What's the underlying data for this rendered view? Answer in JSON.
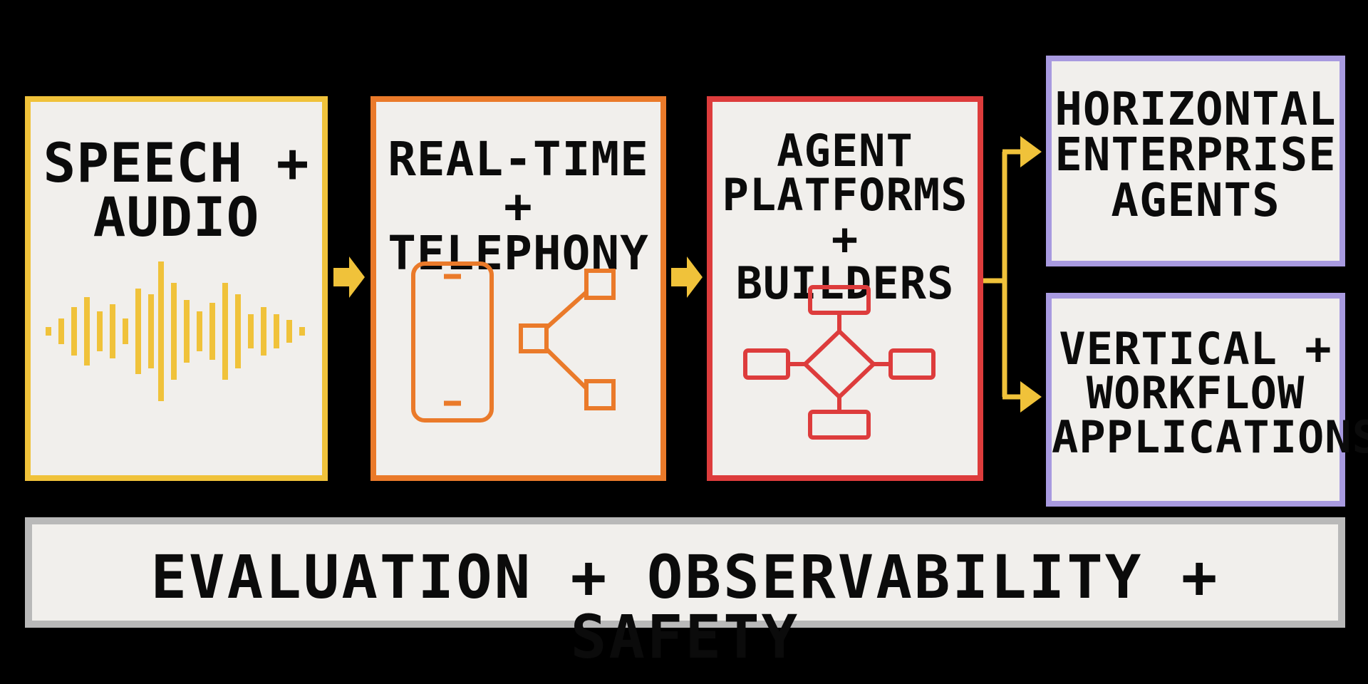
{
  "boxes": {
    "speech": {
      "title": "SPEECH +\nAUDIO",
      "icon": "audio-waveform-icon",
      "color": "#f0c23a"
    },
    "realtime": {
      "title": "REAL-TIME +\nTELEPHONY",
      "icon": "phone-network-icon",
      "color": "#ea7a2a"
    },
    "agent": {
      "title": "AGENT\nPLATFORMS +\nBUILDERS",
      "icon": "flowchart-icon",
      "color": "#dd3c3c"
    },
    "horizontal": {
      "title": "HORIZONTAL\nENTERPRISE\nAGENTS",
      "color": "#a89ae0"
    },
    "vertical": {
      "title": "VERTICAL +\nWORKFLOW\nAPPLICATIONS",
      "color": "#a89ae0"
    },
    "evaluation": {
      "title": "EVALUATION + OBSERVABILITY + SAFETY",
      "color": "#b9b9b9"
    }
  },
  "connectors": {
    "color": "#f0c23a"
  }
}
